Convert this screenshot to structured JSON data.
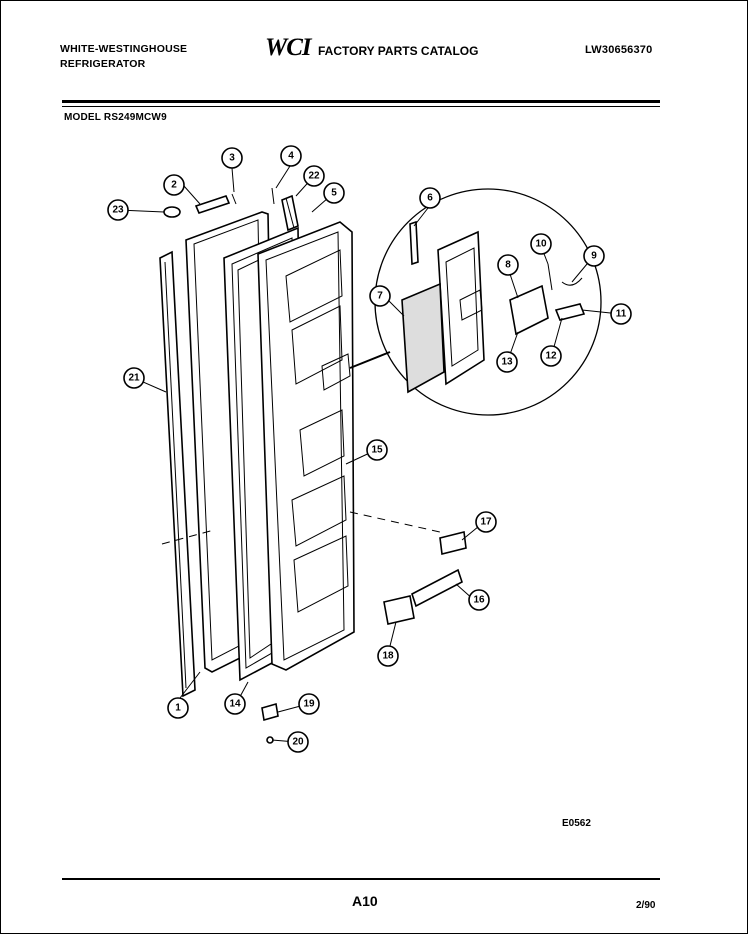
{
  "header": {
    "brand_line1": "WHITE-WESTINGHOUSE",
    "brand_line2": "REFRIGERATOR",
    "logo_text": "WCI",
    "catalog_title": "FACTORY PARTS CATALOG",
    "catalog_number": "LW30656370",
    "model_label": "MODEL RS249MCW9"
  },
  "diagram": {
    "code": "E0562",
    "callouts": [
      {
        "id": "c1",
        "label": "1"
      },
      {
        "id": "c2",
        "label": "2"
      },
      {
        "id": "c3",
        "label": "3"
      },
      {
        "id": "c4",
        "label": "4"
      },
      {
        "id": "c5",
        "label": "5"
      },
      {
        "id": "c6",
        "label": "6"
      },
      {
        "id": "c7",
        "label": "7"
      },
      {
        "id": "c8",
        "label": "8"
      },
      {
        "id": "c9",
        "label": "9"
      },
      {
        "id": "c10",
        "label": "10"
      },
      {
        "id": "c11",
        "label": "11"
      },
      {
        "id": "c12",
        "label": "12"
      },
      {
        "id": "c13",
        "label": "13"
      },
      {
        "id": "c14",
        "label": "14"
      },
      {
        "id": "c15",
        "label": "15"
      },
      {
        "id": "c16",
        "label": "16"
      },
      {
        "id": "c17",
        "label": "17"
      },
      {
        "id": "c18",
        "label": "18"
      },
      {
        "id": "c19",
        "label": "19"
      },
      {
        "id": "c20",
        "label": "20"
      },
      {
        "id": "c21",
        "label": "21"
      },
      {
        "id": "c22",
        "label": "22"
      },
      {
        "id": "c23",
        "label": "23"
      }
    ]
  },
  "footer": {
    "page": "A10",
    "date": "2/90"
  }
}
